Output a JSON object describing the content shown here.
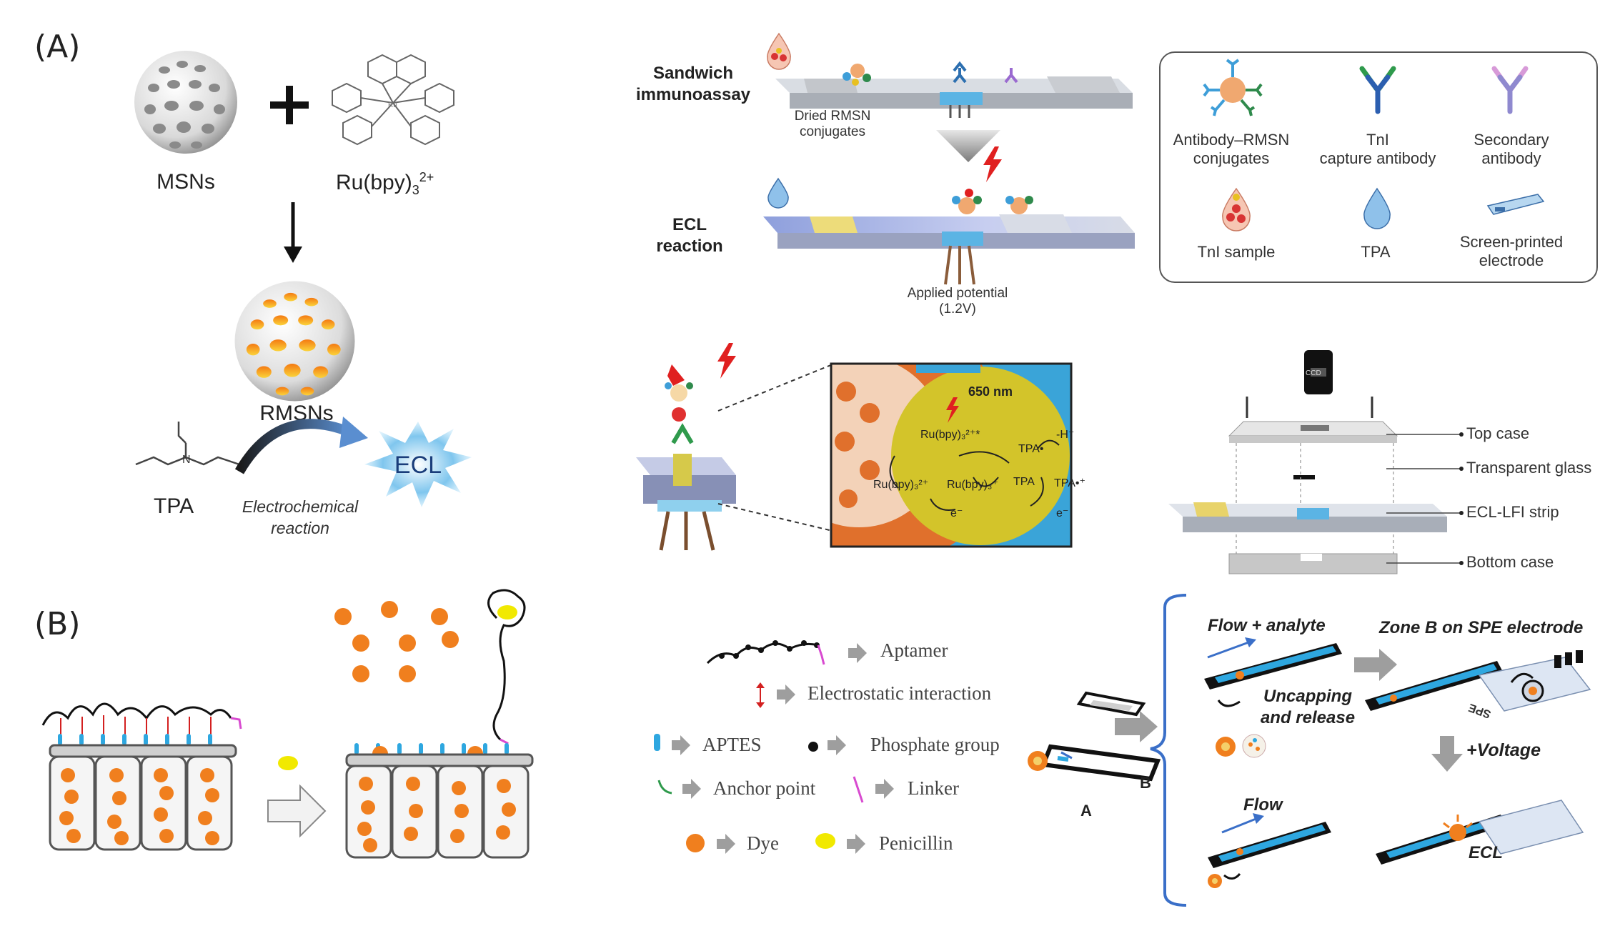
{
  "panel_a": {
    "letter": "(A)",
    "msns_label": "MSNs",
    "ru_label": "Ru(bpy)",
    "ru_sub": "3",
    "ru_sup": "2+",
    "rmsns_label": "RMSNs",
    "tpa_label": "TPA",
    "ecl_label": "ECL",
    "electro_line1": "Electrochemical",
    "electro_line2": "reaction",
    "sandwich_line1": "Sandwich",
    "sandwich_line2": "immunoassay",
    "dried_line1": "Dried RMSN",
    "dried_line2": "conjugates",
    "ecl_reaction_line1": "ECL",
    "ecl_reaction_line2": "reaction",
    "applied_line1": "Applied potential",
    "applied_line2": "(1.2V)",
    "legend": {
      "antibody_rmsn_line1": "Antibody–RMSN",
      "antibody_rmsn_line2": "conjugates",
      "tni_capture_line1": "TnI",
      "tni_capture_line2": "capture antibody",
      "secondary_line1": "Secondary",
      "secondary_line2": "antibody",
      "tni_sample": "TnI sample",
      "tpa": "TPA",
      "spe_line1": "Screen-printed",
      "spe_line2": "electrode"
    },
    "mechanism": {
      "wavelength": "650 nm",
      "ru_excited": "Ru(bpy)₃²⁺*",
      "ru_2plus": "Ru(bpy)₃²⁺",
      "ru_plus": "Ru(bpy)₃⁺",
      "tpa_rad": "TPA•",
      "h_plus": "-H⁺",
      "tpa": "TPA",
      "tpa_cation": "TPA•⁺",
      "e1": "e⁻",
      "e2": "e⁻"
    },
    "device": {
      "ccd": "CCD",
      "top_case": "Top case",
      "glass": "Transparent glass",
      "strip": "ECL-LFI strip",
      "bottom_case": "Bottom case"
    }
  },
  "panel_b": {
    "letter": "(B)",
    "legend": {
      "aptamer": "Aptamer",
      "electrostatic": "Electrostatic interaction",
      "aptes": "APTES",
      "phosphate": "Phosphate group",
      "anchor": "Anchor point",
      "linker": "Linker",
      "dye": "Dye",
      "penicillin": "Penicillin"
    },
    "strip_a": "A",
    "strip_b": "B",
    "flow_analyte": "Flow + analyte",
    "zone_b": "Zone B on SPE electrode",
    "uncapping_line1": "Uncapping",
    "uncapping_line2": "and release",
    "voltage": "+Voltage",
    "flow": "Flow",
    "ecl": "ECL",
    "spe_text": "SPE"
  },
  "colors": {
    "orange": "#f07f1e",
    "yellow": "#f1e900",
    "blue_accent": "#3a6fc8",
    "grey_bar": "#6f6f6f"
  }
}
